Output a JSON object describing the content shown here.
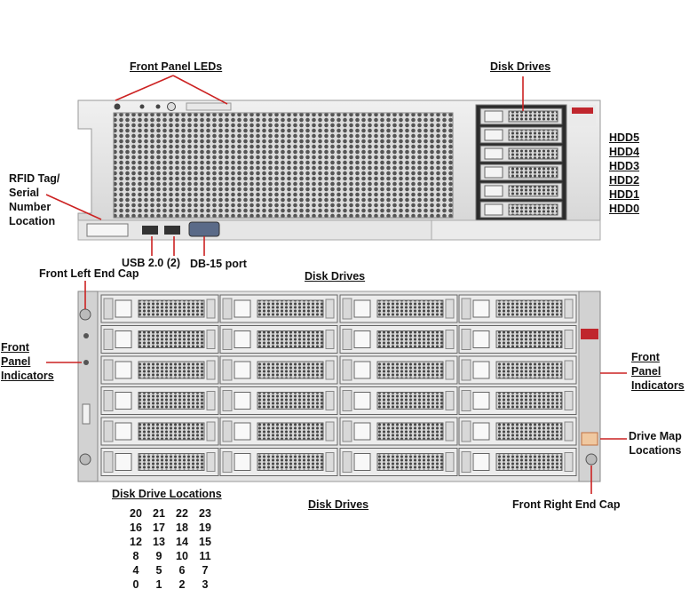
{
  "labels": {
    "front_panel_leds": "Front Panel LEDs",
    "disk_drives_top": "Disk Drives",
    "rfid": [
      "RFID Tag/",
      "Serial",
      "Number",
      "Location"
    ],
    "usb": "USB 2.0 (2)",
    "db15": "DB-15 port",
    "front_left_end_cap": "Front Left End Cap",
    "disk_drives_mid": "Disk Drives",
    "front_panel_indicators_left": [
      "Front",
      "Panel",
      "Indicators"
    ],
    "front_panel_indicators_right": [
      "Front",
      "Panel",
      "Indicators"
    ],
    "drive_map_locations": [
      "Drive Map",
      "Locations"
    ],
    "disk_drive_locations": "Disk Drive Locations",
    "disk_drives_bottom": "Disk Drives",
    "front_right_end_cap": "Front Right End Cap"
  },
  "hdd_labels": [
    "HDD5",
    "HDD4",
    "HDD3",
    "HDD2",
    "HDD1",
    "HDD0"
  ],
  "drive_location_grid": [
    [
      "20",
      "21",
      "22",
      "23"
    ],
    [
      "16",
      "17",
      "18",
      "19"
    ],
    [
      "12",
      "13",
      "14",
      "15"
    ],
    [
      "8",
      "9",
      "10",
      "11"
    ],
    [
      "4",
      "5",
      "6",
      "7"
    ],
    [
      "0",
      "1",
      "2",
      "3"
    ]
  ],
  "colors": {
    "leader_line": "#cc2222",
    "chassis": "#e2e2e2",
    "chassis_edge": "#9a9a9a",
    "vent": "#4a4a4a"
  }
}
